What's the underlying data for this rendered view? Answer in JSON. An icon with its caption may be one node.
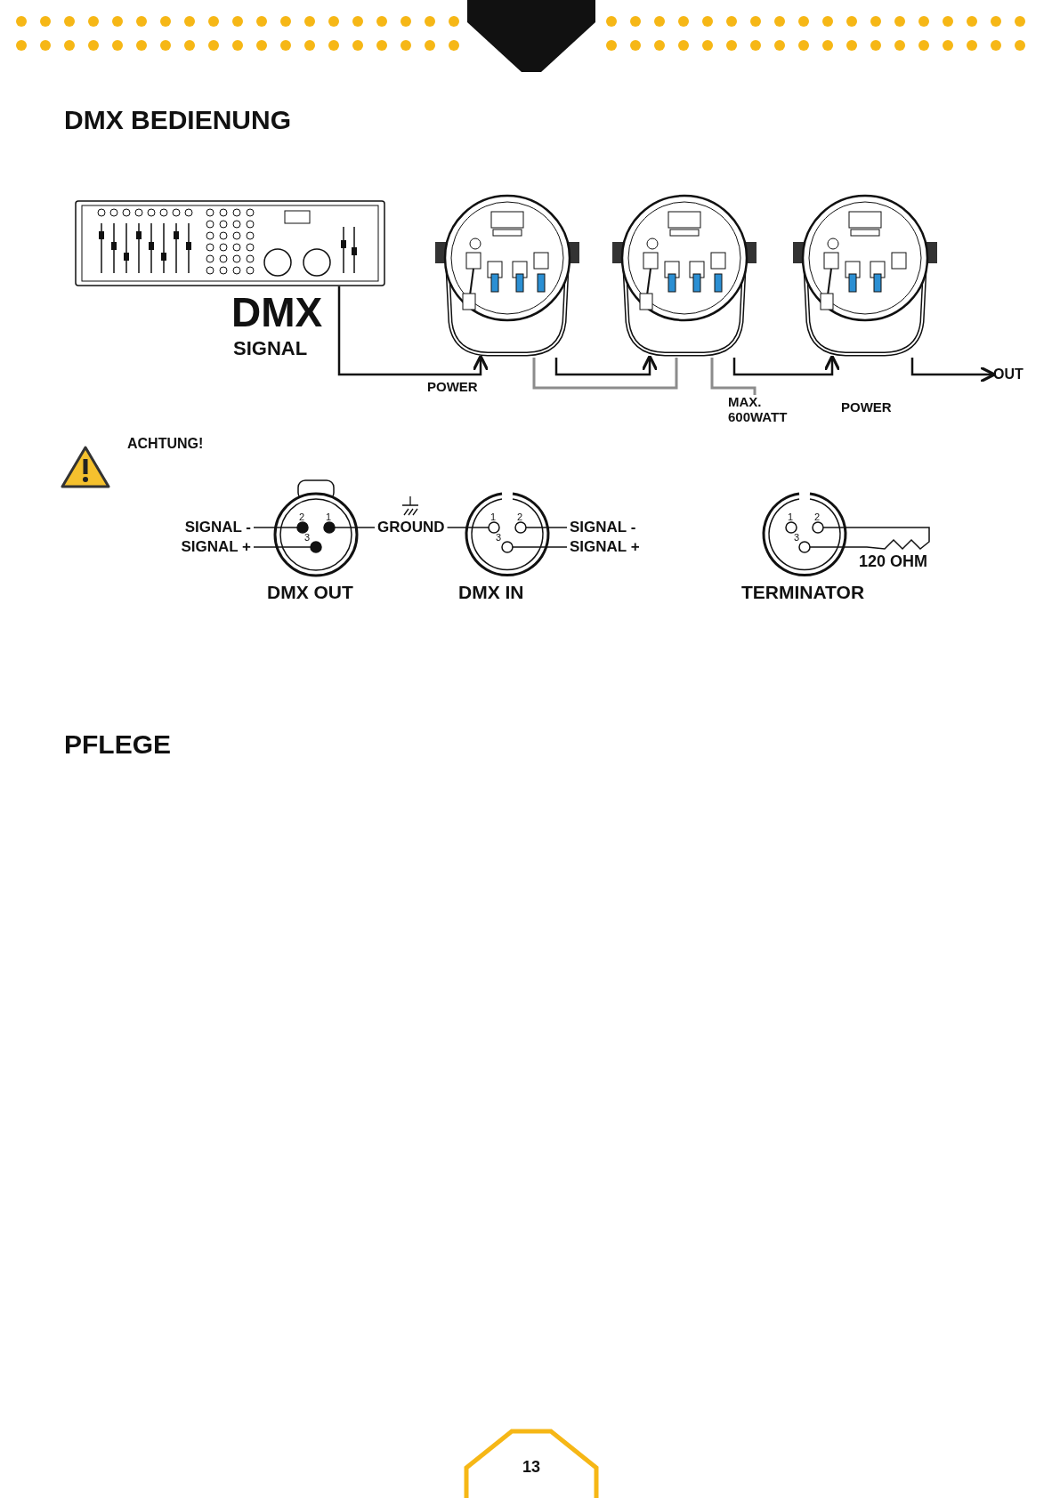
{
  "diagram": {
    "title": "DMX BEDIENUNG",
    "nodes": [
      {
        "text": [],
        "shape": "picture"
      },
      {
        "text": [],
        "shape": "picture"
      },
      {
        "text": [],
        "shape": "picture"
      },
      {
        "text": [],
        "shape": "picture"
      },
      {
        "text": [
          "DMX OUT"
        ]
      },
      {
        "text": [
          "DMX IN"
        ]
      },
      {
        "text": [
          "TERMINATOR"
        ]
      },
      {
        "text": [
          "SIGNAL -"
        ]
      },
      {
        "text": [
          "SIGNAL +"
        ]
      },
      {
        "text": [
          "GROUND"
        ]
      },
      {
        "text": [
          "SIGNAL -"
        ]
      },
      {
        "text": [
          "SIGNAL +"
        ]
      },
      {
        "text": [
          "MAX. 600WATT"
        ]
      },
      {
        "text": [
          "OUT"
        ]
      }
    ],
    "edges": [
      {
        "from": 0,
        "to": 1,
        "arrow": "to"
      },
      {
        "from": 1,
        "to": 2,
        "arrow": "to"
      },
      {
        "from": 2,
        "to": 3,
        "arrow": "to"
      },
      {
        "from": 3,
        "to": 13,
        "arrow": "to"
      },
      {
        "from": 1,
        "to": 2,
        "arrow": "none",
        "color": "#8c8c8c"
      },
      {
        "from": 2,
        "to": 12,
        "arrow": "none",
        "color": "#8c8c8c"
      },
      {
        "from": 7,
        "to": 4,
        "arrow": "none"
      },
      {
        "from": 8,
        "to": 4,
        "arrow": "none"
      },
      {
        "from": 9,
        "to": 4,
        "arrow": "none"
      },
      {
        "from": 9,
        "to": 5,
        "arrow": "none"
      },
      {
        "from": 10,
        "to": 5,
        "arrow": "none"
      },
      {
        "from": 11,
        "to": 5,
        "arrow": "none"
      }
    ],
    "labels": [
      "DMX",
      "SIGNAL",
      "POWER",
      "POWER",
      "ACHTUNG!",
      "2",
      "1",
      "3",
      "1",
      "2",
      "3",
      "1",
      "2",
      "3",
      "120 OHM",
      "PFLEGE",
      "13"
    ]
  }
}
